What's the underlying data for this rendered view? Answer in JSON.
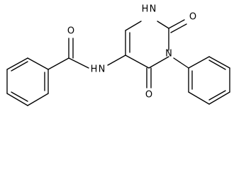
{
  "structure": {
    "atom_labels": {
      "o_benzoyl": "O",
      "nh_amide": "H N",
      "nh_ring": "H N",
      "o_upper": "O",
      "n_ring": "N",
      "o_lower": "O"
    }
  }
}
